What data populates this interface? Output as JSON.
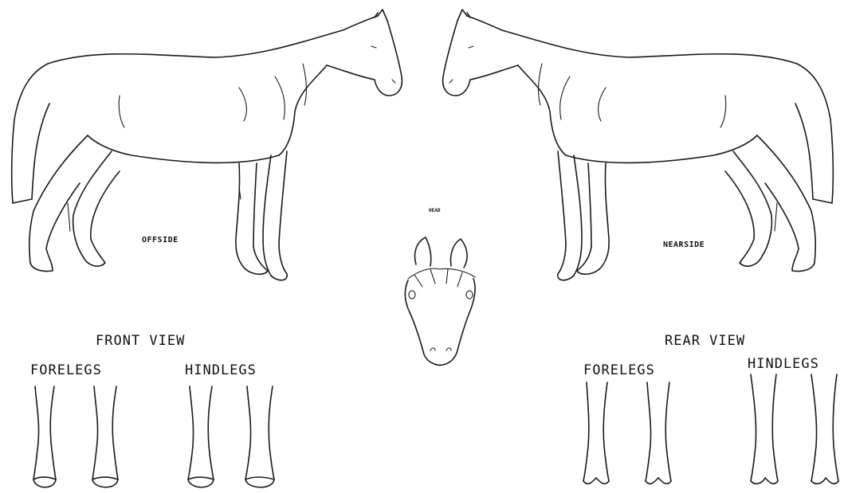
{
  "labels": {
    "offside": "OFFSIDE",
    "nearside": "NEARSIDE",
    "head": "HEAD",
    "front_view": "FRONT VIEW",
    "rear_view": "REAR VIEW",
    "front_forelegs": "FORELEGS",
    "front_hindlegs": "HINDLEGS",
    "rear_forelegs": "FORELEGS",
    "rear_hindlegs": "HINDLEGS"
  },
  "ink_color": "#1a1a1a"
}
